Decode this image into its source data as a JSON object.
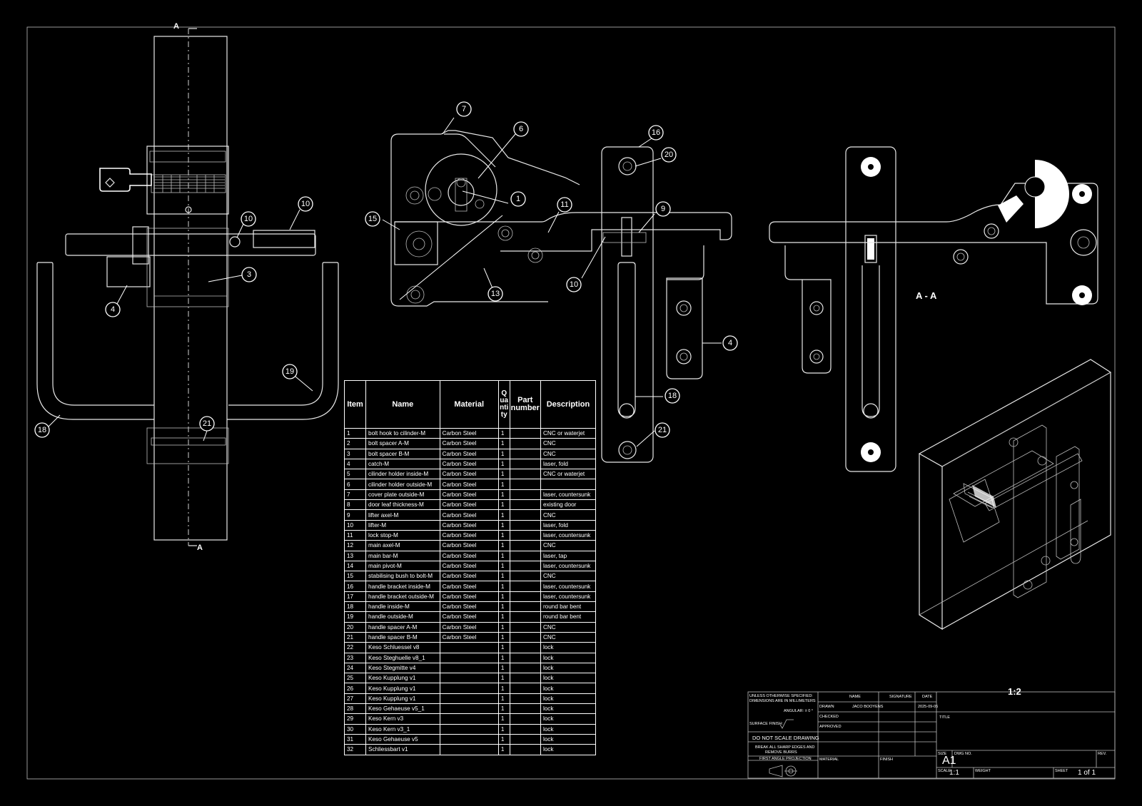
{
  "section": {
    "cut_label_top": "A",
    "cut_label_bottom": "A",
    "view_label": "A - A"
  },
  "balloons": {
    "front": [
      "10",
      "10",
      "3",
      "4",
      "19",
      "18",
      "21"
    ],
    "side": [
      "7",
      "6",
      "1",
      "15",
      "11",
      "13",
      "16",
      "20",
      "9",
      "10",
      "18",
      "21",
      "4"
    ]
  },
  "bom": {
    "headers": {
      "item": "Item",
      "name": "Name",
      "material": "Material",
      "quantity": "Quantity",
      "part_number": "Part number",
      "description": "Description"
    },
    "rows": [
      {
        "item": "1",
        "name": "bolt hook to cilinder-M",
        "material": "Carbon Steel",
        "qty": "1",
        "part": "",
        "desc": "CNC or waterjet"
      },
      {
        "item": "2",
        "name": "bolt spacer A-M",
        "material": "Carbon Steel",
        "qty": "1",
        "part": "",
        "desc": "CNC"
      },
      {
        "item": "3",
        "name": "bolt spacer B-M",
        "material": "Carbon Steel",
        "qty": "1",
        "part": "",
        "desc": "CNC"
      },
      {
        "item": "4",
        "name": "catch-M",
        "material": "Carbon Steel",
        "qty": "1",
        "part": "",
        "desc": "laser, fold"
      },
      {
        "item": "5",
        "name": "cilinder holder inside-M",
        "material": "Carbon Steel",
        "qty": "1",
        "part": "",
        "desc": "CNC or waterjet"
      },
      {
        "item": "6",
        "name": "cilinder holder outside-M",
        "material": "Carbon Steel",
        "qty": "1",
        "part": "",
        "desc": ""
      },
      {
        "item": "7",
        "name": "cover plate outside-M",
        "material": "Carbon Steel",
        "qty": "1",
        "part": "",
        "desc": "laser, countersunk"
      },
      {
        "item": "8",
        "name": "door leaf thickness-M",
        "material": "Carbon Steel",
        "qty": "1",
        "part": "",
        "desc": "existing door"
      },
      {
        "item": "9",
        "name": "lifter axel-M",
        "material": "Carbon Steel",
        "qty": "1",
        "part": "",
        "desc": "CNC"
      },
      {
        "item": "10",
        "name": "lifter-M",
        "material": "Carbon Steel",
        "qty": "1",
        "part": "",
        "desc": "laser, fold"
      },
      {
        "item": "11",
        "name": "lock stop-M",
        "material": "Carbon Steel",
        "qty": "1",
        "part": "",
        "desc": "laser, countersunk"
      },
      {
        "item": "12",
        "name": "main axel-M",
        "material": "Carbon Steel",
        "qty": "1",
        "part": "",
        "desc": "CNC"
      },
      {
        "item": "13",
        "name": "main bar-M",
        "material": "Carbon Steel",
        "qty": "1",
        "part": "",
        "desc": "laser, tap"
      },
      {
        "item": "14",
        "name": "main pivot-M",
        "material": "Carbon Steel",
        "qty": "1",
        "part": "",
        "desc": "laser, countersunk"
      },
      {
        "item": "15",
        "name": "stabilising bush to bolt-M",
        "material": "Carbon Steel",
        "qty": "1",
        "part": "",
        "desc": "CNC"
      },
      {
        "item": "16",
        "name": "handle bracket inside-M",
        "material": "Carbon Steel",
        "qty": "1",
        "part": "",
        "desc": "laser, countersunk"
      },
      {
        "item": "17",
        "name": "handle bracket outside-M",
        "material": "Carbon Steel",
        "qty": "1",
        "part": "",
        "desc": "laser, countersunk"
      },
      {
        "item": "18",
        "name": "handle inside-M",
        "material": "Carbon Steel",
        "qty": "1",
        "part": "",
        "desc": "round bar bent"
      },
      {
        "item": "19",
        "name": "handle outside-M",
        "material": "Carbon Steel",
        "qty": "1",
        "part": "",
        "desc": "round bar bent"
      },
      {
        "item": "20",
        "name": "handle spacer A-M",
        "material": "Carbon Steel",
        "qty": "1",
        "part": "",
        "desc": "CNC"
      },
      {
        "item": "21",
        "name": "handle spacer B-M",
        "material": "Carbon Steel",
        "qty": "1",
        "part": "",
        "desc": "CNC"
      },
      {
        "item": "22",
        "name": "Keso Schluessel v8",
        "material": "",
        "qty": "1",
        "part": "",
        "desc": "lock"
      },
      {
        "item": "23",
        "name": "Keso Steghuelle v8_1",
        "material": "",
        "qty": "1",
        "part": "",
        "desc": "lock"
      },
      {
        "item": "24",
        "name": "Keso Stegmitte v4",
        "material": "",
        "qty": "1",
        "part": "",
        "desc": "lock"
      },
      {
        "item": "25",
        "name": "Keso Kupplung v1",
        "material": "",
        "qty": "1",
        "part": "",
        "desc": "lock"
      },
      {
        "item": "26",
        "name": "Keso Kupplung v1",
        "material": "",
        "qty": "1",
        "part": "",
        "desc": "lock"
      },
      {
        "item": "27",
        "name": "Keso Kupplung v1",
        "material": "",
        "qty": "1",
        "part": "",
        "desc": "lock"
      },
      {
        "item": "28",
        "name": "Keso Gehaeuse v5_1",
        "material": "",
        "qty": "1",
        "part": "",
        "desc": "lock"
      },
      {
        "item": "29",
        "name": "Keso Kern v3",
        "material": "",
        "qty": "1",
        "part": "",
        "desc": "lock"
      },
      {
        "item": "30",
        "name": "Keso Kern v3_1",
        "material": "",
        "qty": "1",
        "part": "",
        "desc": "lock"
      },
      {
        "item": "31",
        "name": "Keso Gehaeuse v5",
        "material": "",
        "qty": "1",
        "part": "",
        "desc": "lock"
      },
      {
        "item": "32",
        "name": "Schliessbart v1",
        "material": "",
        "qty": "1",
        "part": "",
        "desc": "lock"
      }
    ]
  },
  "title_block": {
    "unless_note_1": "UNLESS OTHERWISE SPECIFIED:",
    "unless_note_2": "DIMENSIONS ARE IN MILLIMETERS",
    "angular": "ANGULAR: ± 0 °",
    "surface_finish": "SURFACE FINISH:",
    "do_not_scale": "DO NOT SCALE DRAWING",
    "break_edges_1": "BREAK ALL SHARP EDGES AND",
    "break_edges_2": "REMOVE BURRS",
    "projection": "FIRST ANGLE PROJECTION",
    "col_name": "NAME",
    "col_signature": "SIGNATURE",
    "col_date": "DATE",
    "row_drawn": "DRAWN",
    "row_checked": "CHECKED",
    "row_approved": "APPROVED",
    "drawn_by": "JACO BOOYENS",
    "drawn_date": "2025-09-05",
    "material": "MATERIAL",
    "finish": "FINISH",
    "view_scale": "1:2",
    "title": "TITLE",
    "size_label": "SIZE",
    "size": "A1",
    "dwg_no_label": "DWG NO.",
    "rev_label": "REV.",
    "scale_label": "SCALE",
    "scale": "1:1",
    "weight_label": "WEIGHT",
    "sheet_label": "SHEET",
    "sheet": "1 of 1"
  }
}
